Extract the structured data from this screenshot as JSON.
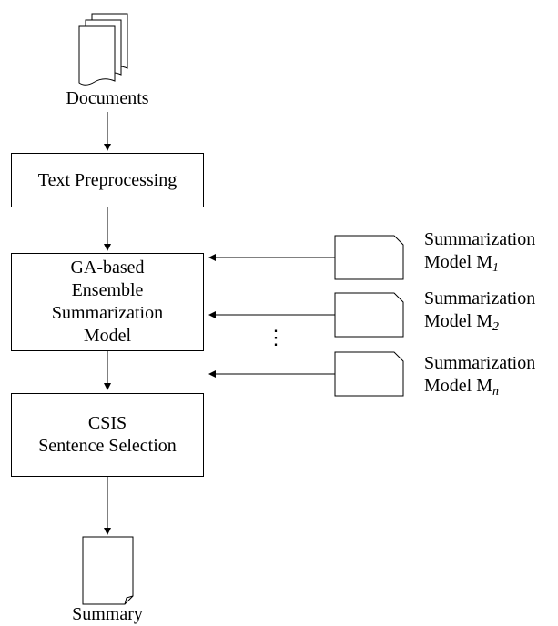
{
  "documents": {
    "label": "Documents"
  },
  "preprocessing": {
    "label": "Text Preprocessing"
  },
  "ensemble": {
    "lines": [
      "GA-based",
      "Ensemble",
      "Summarization",
      "Model"
    ]
  },
  "selection": {
    "lines": [
      "CSIS",
      "Sentence Selection"
    ]
  },
  "summary": {
    "label": "Summary"
  },
  "models": [
    {
      "line1": "Summarization",
      "line2_prefix": "Model M",
      "subscript": "1"
    },
    {
      "line1": "Summarization",
      "line2_prefix": "Model M",
      "subscript": "2"
    },
    {
      "line1": "Summarization",
      "line2_prefix": "Model M",
      "subscript": "n"
    }
  ],
  "ellipsis": "⋮"
}
